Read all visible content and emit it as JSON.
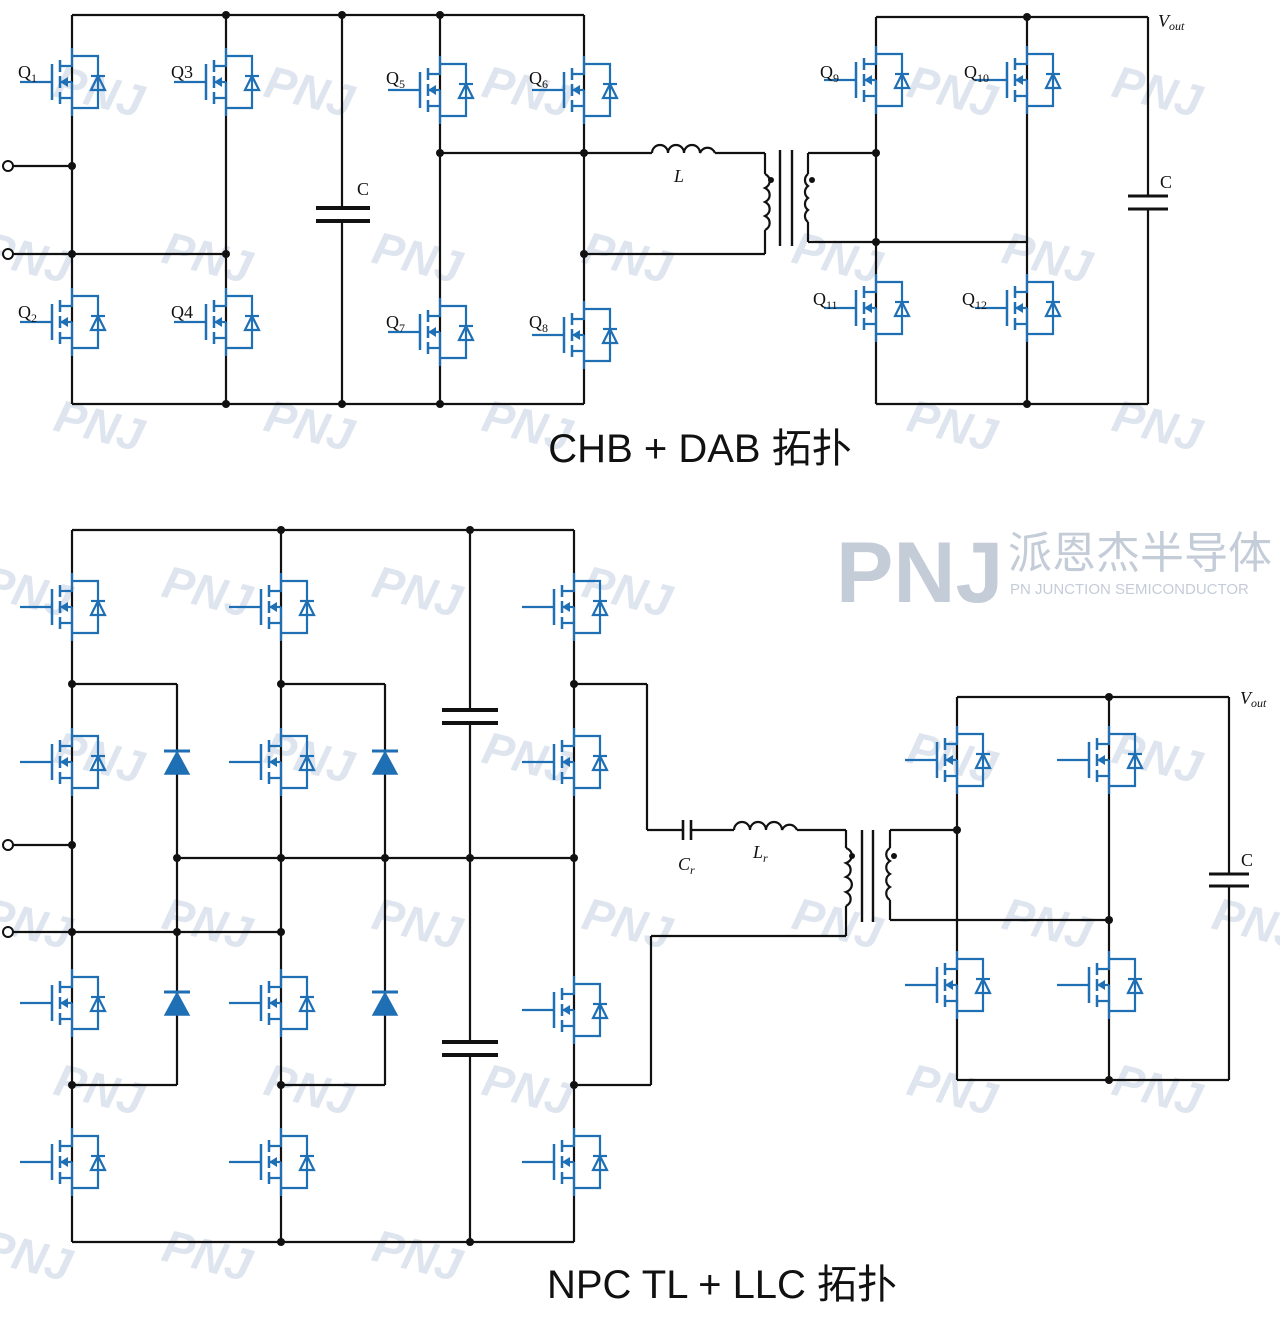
{
  "colors": {
    "wire": "#111111",
    "device": "#1f6fb5",
    "watermark": "#d9e1ec",
    "brand": "#c4ccd8"
  },
  "diagrams": [
    {
      "caption": "CHB + DAB 拓扑",
      "labels": {
        "q1": "Q",
        "q1_sub": "1",
        "q3": "Q3",
        "q5": "Q",
        "q5_sub": "5",
        "q6": "Q",
        "q6_sub": "6",
        "q9": "Q",
        "q9_sub": "9",
        "q10": "Q",
        "q10_sub": "10",
        "q2": "Q",
        "q2_sub": "2",
        "q4": "Q4",
        "q7": "Q",
        "q7_sub": "7",
        "q8": "Q",
        "q8_sub": "8",
        "q11": "Q",
        "q11_sub": "11",
        "q12": "Q",
        "q12_sub": "12",
        "cap_dc": "C",
        "inductor": "L",
        "cap_out": "C",
        "vout": "V",
        "vout_sub": "out"
      }
    },
    {
      "caption": "NPC TL + LLC 拓扑",
      "labels": {
        "cr": "C",
        "cr_sub": "r",
        "lr": "L",
        "lr_sub": "r",
        "cap_out": "C",
        "vout": "V",
        "vout_sub": "out"
      }
    }
  ],
  "brand": {
    "logo_text": "PNJ",
    "cn_name": "派恩杰半导体",
    "en_name": "PN  JUNCTION SEMICONDUCTOR"
  }
}
